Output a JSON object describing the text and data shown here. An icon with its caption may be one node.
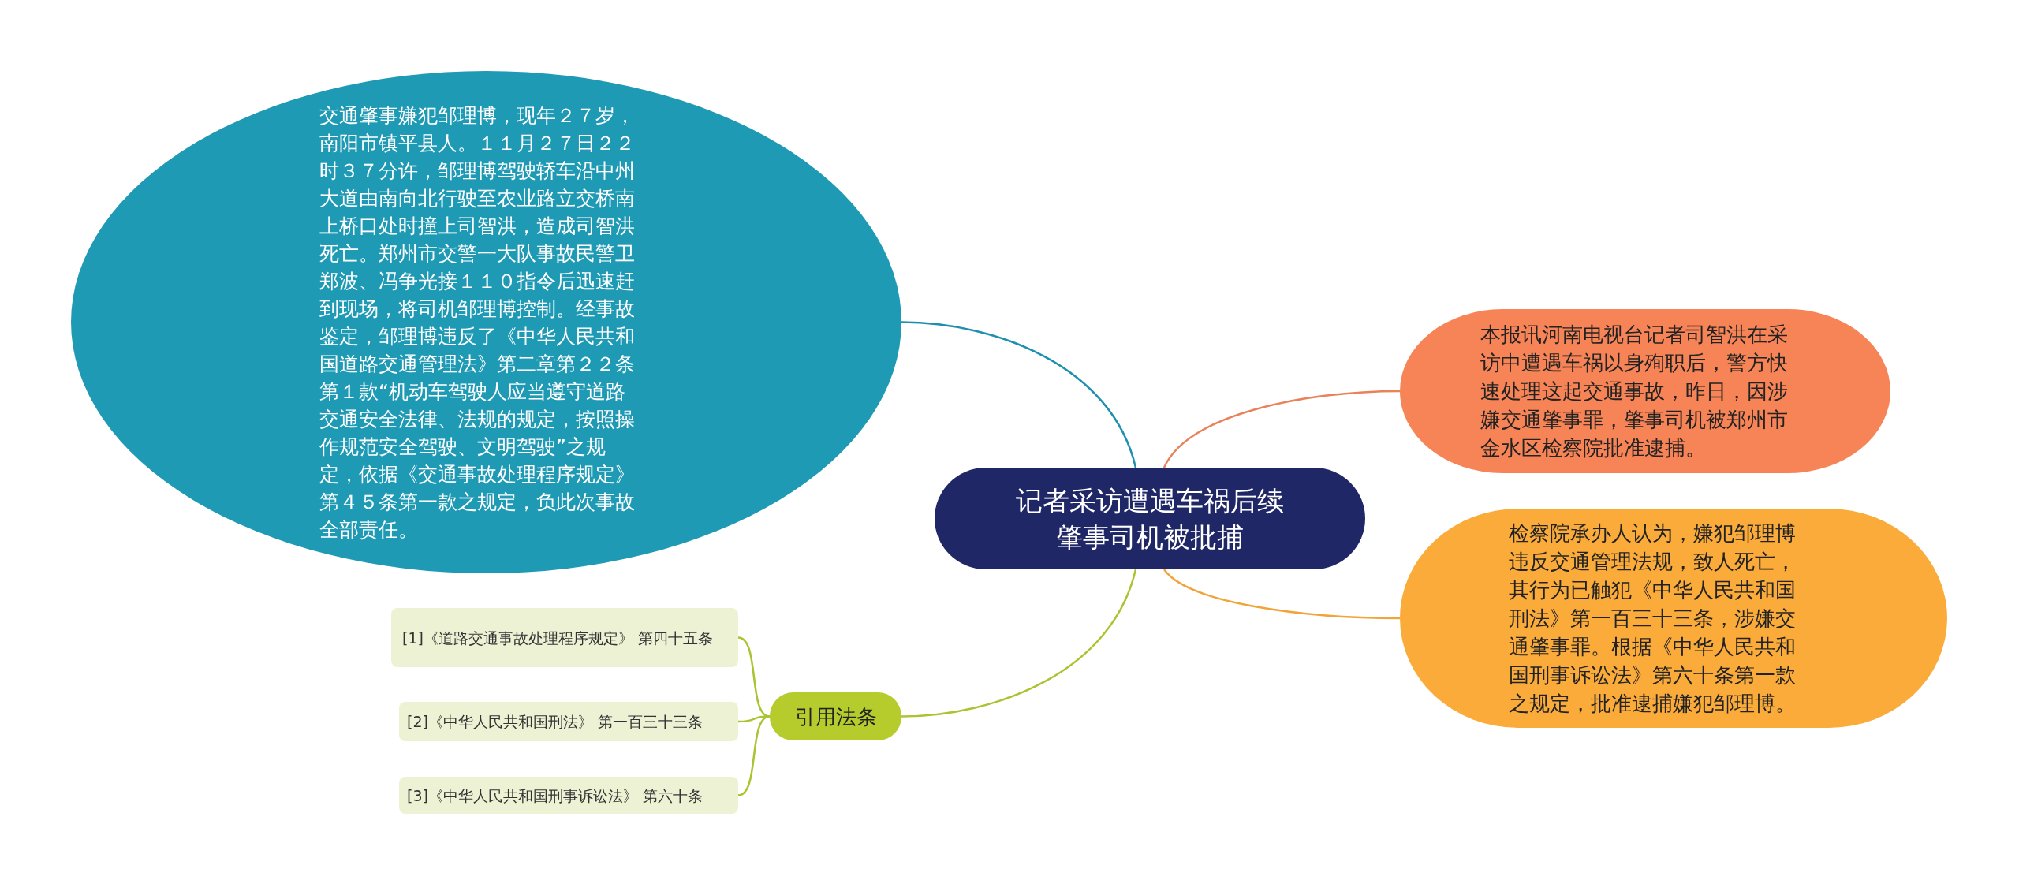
{
  "diagram": {
    "nodes": [
      {
        "text": [
          "记者采访遭遇车祸后续肇事司机被批捕"
        ]
      },
      {
        "text": [
          "交通肇事嫌犯邹理博，现年２７岁，南阳市镇平县人。１１月２７日２２时３７分许，邹理博驾驶轿车沿中州大道由南向北行驶至农业路立交桥南上桥口处时撞上司智洪，造成司智洪死亡。郑州市交警一大队事故民警卫郑波、冯争光接１１０指令后迅速赶到现场，将司机邹理博控制。经事故鉴定，邹理博违反了《中华人民共和国道路交通管理法》第二章第２２条第１款“机动车驾驶人应当遵守道路交通安全法律、法规的规定，按照操作规范安全驾驶、文明驾驶”之规定，依据《交通事故处理程序规定》第４５条第一款之规定，负此次事故全部责任。"
        ]
      },
      {
        "text": [
          "本报讯河南电视台记者司智洪在采访中遭遇车祸以身殉职后，警方快速处理这起交通事故，昨日，因涉嫌交通肇事罪，肇事司机被郑州市金水区检察院批准逮捕。"
        ]
      },
      {
        "text": [
          "检察院承办人认为，嫌犯邹理博违反交通管理法规，致人死亡，其行为已触犯《中华人民共和国刑法》第一百三十三条，涉嫌交通肇事罪。根据《中华人民共和国刑事诉讼法》第六十条第一款之规定，批准逮捕嫌犯邹理博。"
        ]
      },
      {
        "text": [
          "引用法条"
        ]
      },
      {
        "text": [
          "[1]《道路交通事故处理程序规定》 第四十五条"
        ]
      },
      {
        "text": [
          "[2]《中华人民共和国刑法》 第一百三十三条"
        ]
      },
      {
        "text": [
          "[3]《中华人民共和国刑事诉讼法》 第六十条"
        ]
      }
    ],
    "edges": [
      {
        "from": 0,
        "to": 1,
        "arrow": "none",
        "color": "#1e8fae"
      },
      {
        "from": 0,
        "to": 2,
        "arrow": "none",
        "color": "#e8825a"
      },
      {
        "from": 0,
        "to": 3,
        "arrow": "none",
        "color": "#f0a43a"
      },
      {
        "from": 0,
        "to": 4,
        "arrow": "none",
        "color": "#a9c431"
      },
      {
        "from": 4,
        "to": 5,
        "arrow": "none",
        "color": "#a9c431"
      },
      {
        "from": 4,
        "to": 6,
        "arrow": "none",
        "color": "#a9c431"
      },
      {
        "from": 4,
        "to": 7,
        "arrow": "none",
        "color": "#a9c431"
      }
    ]
  }
}
